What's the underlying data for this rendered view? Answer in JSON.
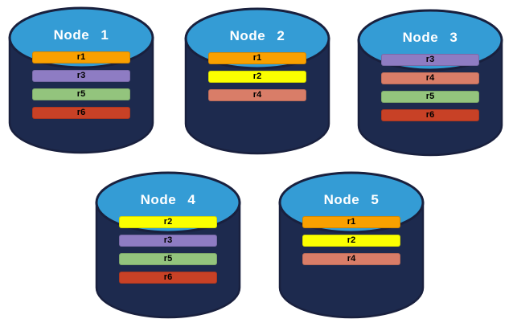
{
  "diagram": {
    "description": "Five database nodes holding replica sets",
    "colors": {
      "background": "#FFFFFF",
      "cylinder_body": "#1D2A4E",
      "cylinder_outline": "#19203E",
      "cylinder_top": "#349CD5",
      "node_label_text": "#FFFFFF",
      "bar_text": "#000000"
    },
    "replica_colors": {
      "r1": "#F9A000",
      "r2": "#FBFF00",
      "r3": "#8E7CC3",
      "r4": "#D97D68",
      "r5": "#93C47D",
      "r6": "#C84126"
    },
    "nodes": [
      {
        "label": "Node 1",
        "replicas": [
          "r1",
          "r3",
          "r5",
          "r6"
        ]
      },
      {
        "label": "Node 2",
        "replicas": [
          "r1",
          "r2",
          "r4"
        ]
      },
      {
        "label": "Node 3",
        "replicas": [
          "r3",
          "r4",
          "r5",
          "r6"
        ]
      },
      {
        "label": "Node 4",
        "replicas": [
          "r2",
          "r3",
          "r5",
          "r6"
        ]
      },
      {
        "label": "Node 5",
        "replicas": [
          "r1",
          "r2",
          "r4"
        ]
      }
    ]
  }
}
